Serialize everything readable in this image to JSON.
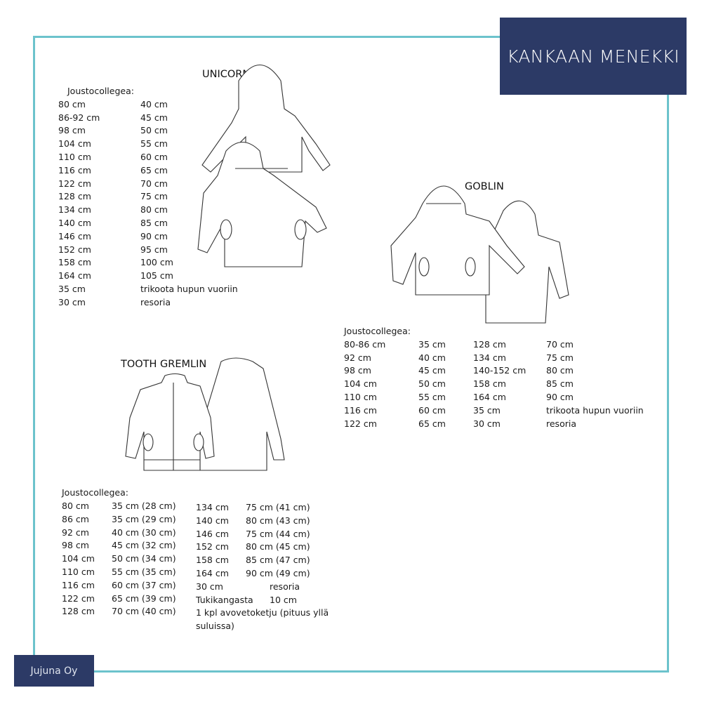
{
  "header": {
    "title": "KANKAAN MENEKKI"
  },
  "footer": {
    "brand": "Jujuna Oy"
  },
  "colors": {
    "frame": "#6cc3cc",
    "navy": "#2c3a66"
  },
  "unicorn": {
    "title": "UNICORN",
    "label": "Joustocollegea:",
    "rows": [
      [
        "80 cm",
        "40 cm"
      ],
      [
        "86-92 cm",
        "45 cm"
      ],
      [
        "98 cm",
        "50 cm"
      ],
      [
        "104 cm",
        "55 cm"
      ],
      [
        "110 cm",
        "60 cm"
      ],
      [
        "116 cm",
        "65 cm"
      ],
      [
        "122 cm",
        "70 cm"
      ],
      [
        "128 cm",
        "75 cm"
      ],
      [
        "134 cm",
        "80 cm"
      ],
      [
        "140 cm",
        "85 cm"
      ],
      [
        "146 cm",
        "90 cm"
      ],
      [
        "152 cm",
        "95 cm"
      ],
      [
        "158 cm",
        "100 cm"
      ],
      [
        "164 cm",
        "105 cm"
      ],
      [
        "35 cm",
        "trikoota hupun vuoriin"
      ],
      [
        "30 cm",
        "resoria"
      ]
    ]
  },
  "goblin": {
    "title": "GOBLIN",
    "label": "Joustocollegea:",
    "rows": [
      [
        "80-86 cm",
        "35 cm",
        "128 cm",
        "70 cm"
      ],
      [
        "92 cm",
        "40 cm",
        "134 cm",
        "75 cm"
      ],
      [
        "98 cm",
        "45 cm",
        "140-152 cm",
        "80 cm"
      ],
      [
        "104 cm",
        "50 cm",
        "158 cm",
        "85 cm"
      ],
      [
        "110 cm",
        "55 cm",
        "164 cm",
        "90 cm"
      ],
      [
        "116 cm",
        "60 cm",
        "35 cm",
        "trikoota hupun vuoriin"
      ],
      [
        "122 cm",
        "65 cm",
        "30 cm",
        "resoria"
      ]
    ]
  },
  "gremlin": {
    "title": "TOOTH GREMLIN",
    "label": "Joustocollegea:",
    "left_rows": [
      [
        "80 cm",
        "35 cm (28 cm)"
      ],
      [
        "86 cm",
        "35 cm (29 cm)"
      ],
      [
        "92 cm",
        "40 cm (30 cm)"
      ],
      [
        "98 cm",
        "45 cm (32 cm)"
      ],
      [
        "104 cm",
        "50 cm (34 cm)"
      ],
      [
        "110 cm",
        "55 cm (35 cm)"
      ],
      [
        "116 cm",
        "60 cm (37 cm)"
      ],
      [
        "122 cm",
        "65 cm (39 cm)"
      ],
      [
        "128 cm",
        "70 cm (40 cm)"
      ]
    ],
    "right_rows": [
      [
        "134 cm",
        "75 cm (41 cm)"
      ],
      [
        "140 cm",
        "80 cm (43 cm)"
      ],
      [
        "146 cm",
        "75 cm (44 cm)"
      ],
      [
        "152 cm",
        "80 cm (45 cm)"
      ],
      [
        "158 cm",
        "85 cm (47 cm)"
      ],
      [
        "164 cm",
        "90 cm (49 cm)"
      ]
    ],
    "extra_rows": [
      [
        "30 cm",
        "resoria"
      ],
      [
        "Tukikangasta",
        "10 cm"
      ]
    ],
    "zipper_note": "1 kpl avovetoketju (pituus yllä suluissa)"
  }
}
